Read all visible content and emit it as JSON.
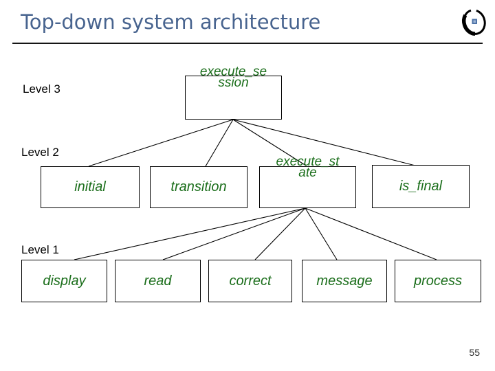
{
  "slide": {
    "title": "Top-down system architecture",
    "page_number": "55"
  },
  "logo": {
    "icon": "circle-dot-logo"
  },
  "colors": {
    "background": "#ffffff",
    "title": "#48648f",
    "rule": "#151515",
    "node_text": "#1b6e1b",
    "node_border": "#000000",
    "connector": "#000000",
    "logo_ring": "#000000",
    "logo_dot": "#4f74a8"
  },
  "diagram": {
    "level_labels": [
      "Level 3",
      "Level 2",
      "Level 1"
    ],
    "nodes": {
      "execute_session": "execute_se\nssion",
      "initial": "initial",
      "transition": "transition",
      "execute_state": "execute_st\nate",
      "is_final": "is_final",
      "display": "display",
      "read": "read",
      "correct": "correct",
      "message": "message",
      "process": "process"
    },
    "edges": [
      {
        "from": "execute_session",
        "to": "initial"
      },
      {
        "from": "execute_session",
        "to": "transition"
      },
      {
        "from": "execute_session",
        "to": "execute_state"
      },
      {
        "from": "execute_session",
        "to": "is_final"
      },
      {
        "from": "execute_state",
        "to": "display"
      },
      {
        "from": "execute_state",
        "to": "read"
      },
      {
        "from": "execute_state",
        "to": "correct"
      },
      {
        "from": "execute_state",
        "to": "message"
      },
      {
        "from": "execute_state",
        "to": "process"
      }
    ]
  }
}
